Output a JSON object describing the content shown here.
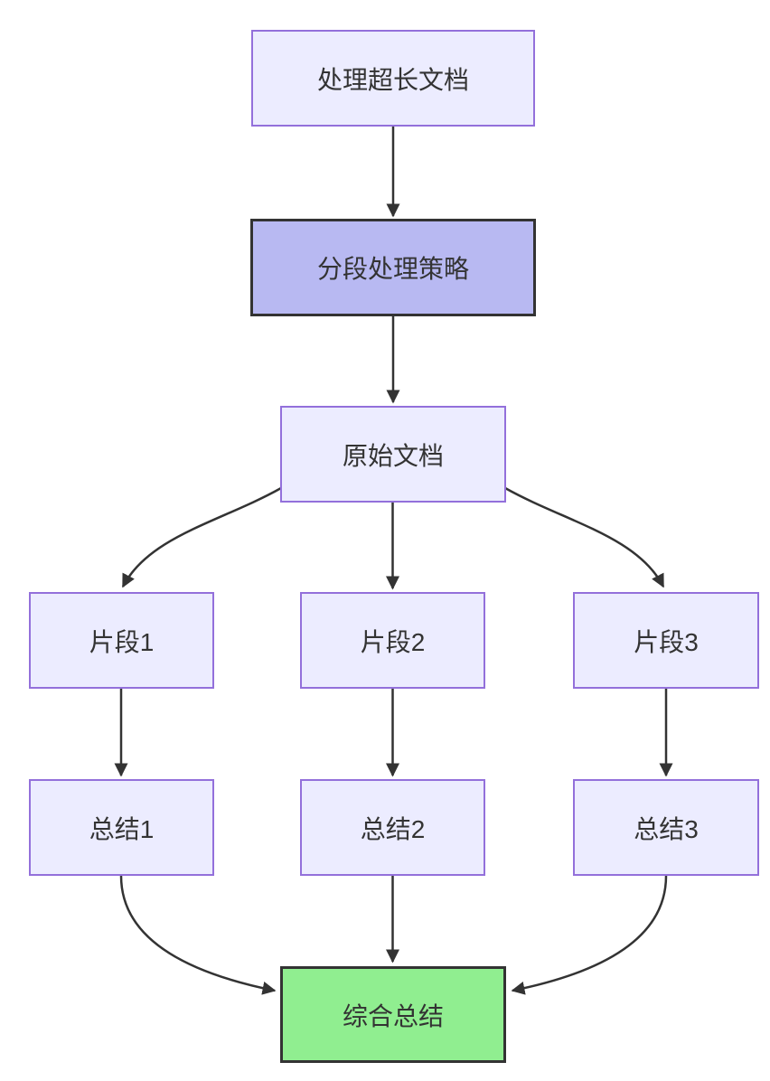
{
  "diagram": {
    "type": "flowchart",
    "direction": "top-down",
    "nodes": [
      {
        "id": "A",
        "label": "处理超长文档",
        "style": "default"
      },
      {
        "id": "B",
        "label": "分段处理策略",
        "style": "emphasis"
      },
      {
        "id": "C",
        "label": "原始文档",
        "style": "default"
      },
      {
        "id": "D1",
        "label": "片段1",
        "style": "default"
      },
      {
        "id": "D2",
        "label": "片段2",
        "style": "default"
      },
      {
        "id": "D3",
        "label": "片段3",
        "style": "default"
      },
      {
        "id": "E1",
        "label": "总结1",
        "style": "default"
      },
      {
        "id": "E2",
        "label": "总结2",
        "style": "default"
      },
      {
        "id": "E3",
        "label": "总结3",
        "style": "default"
      },
      {
        "id": "F",
        "label": "综合总结",
        "style": "success"
      }
    ],
    "edges": [
      {
        "from": "A",
        "to": "B"
      },
      {
        "from": "B",
        "to": "C"
      },
      {
        "from": "C",
        "to": "D1"
      },
      {
        "from": "C",
        "to": "D2"
      },
      {
        "from": "C",
        "to": "D3"
      },
      {
        "from": "D1",
        "to": "E1"
      },
      {
        "from": "D2",
        "to": "E2"
      },
      {
        "from": "D3",
        "to": "E3"
      },
      {
        "from": "E1",
        "to": "F"
      },
      {
        "from": "E2",
        "to": "F"
      },
      {
        "from": "E3",
        "to": "F"
      }
    ],
    "colors": {
      "node_fill": "#ECECFF",
      "node_border": "#9370DB",
      "emphasis_fill": "#B8B9F2",
      "emphasis_border": "#333333",
      "success_fill": "#90EE90",
      "success_border": "#333333",
      "edge": "#333333",
      "text": "#333333",
      "background": "#FFFFFF"
    }
  }
}
